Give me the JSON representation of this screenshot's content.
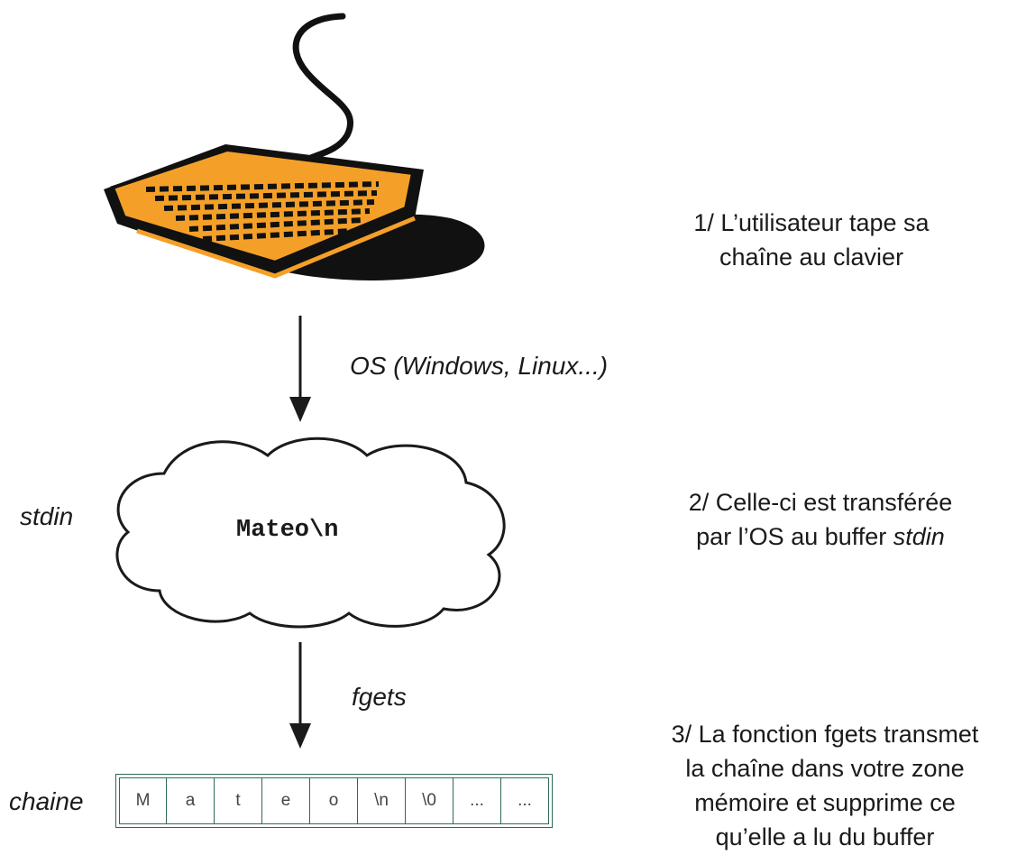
{
  "steps": {
    "step1": [
      "1/ L’utilisateur tape sa",
      "chaîne au clavier"
    ],
    "step2_prefix": "2/ Celle-ci est transférée",
    "step2_line2": "par l’OS au buffer ",
    "step2_italic": "stdin",
    "step3": [
      "3/ La fonction fgets transmet",
      "la chaîne dans votre zone",
      "mémoire et supprime ce",
      "qu’elle a lu du buffer"
    ]
  },
  "labels": {
    "os": "OS (Windows, Linux...)",
    "stdin": "stdin",
    "fgets": "fgets",
    "chaine": "chaine"
  },
  "cloud_text": "Mateo\\n",
  "array_cells": [
    "M",
    "a",
    "t",
    "e",
    "o",
    "\\n",
    "\\0",
    "...",
    "..."
  ],
  "colors": {
    "keyboard_orange": "#f4a028",
    "keyboard_black": "#111111",
    "cell_border": "#2e6b55"
  }
}
